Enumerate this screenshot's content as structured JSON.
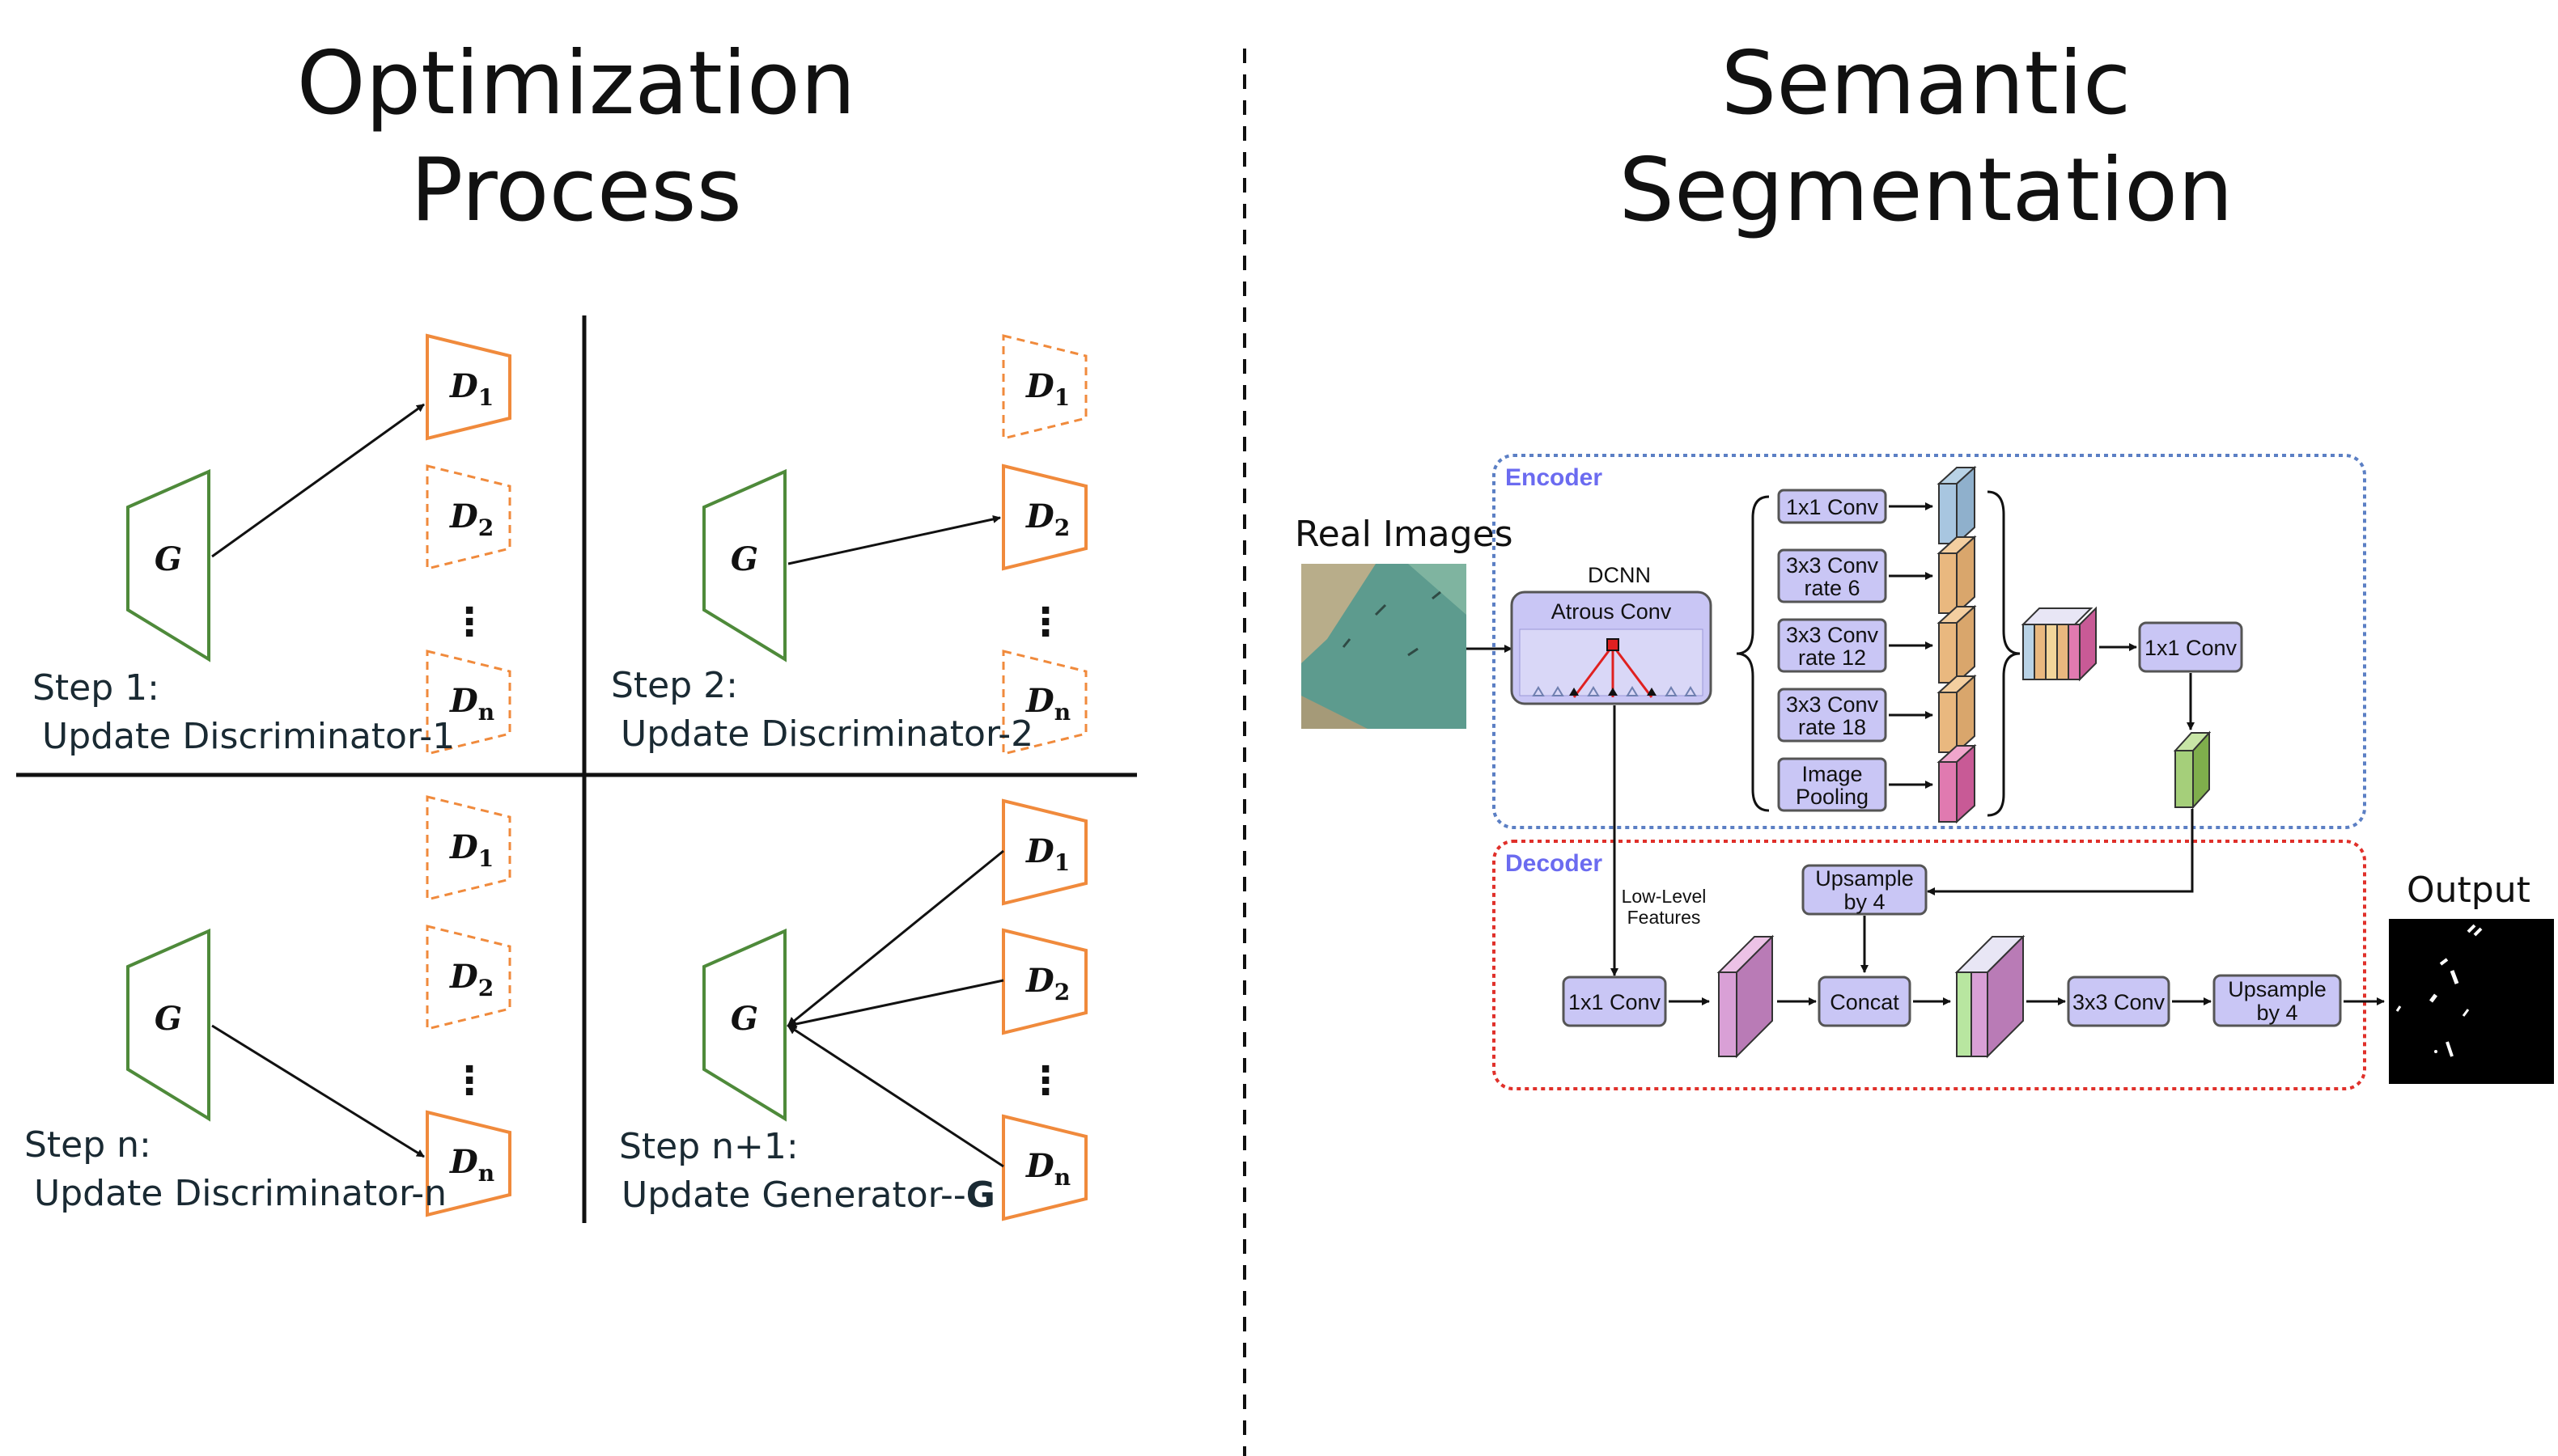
{
  "left_panel": {
    "title_line1": "Optimization",
    "title_line2": "Process",
    "generator_label": "G",
    "discriminators": [
      {
        "letter": "D",
        "sub": "1"
      },
      {
        "letter": "D",
        "sub": "2"
      },
      {
        "letter": "D",
        "sub": "n"
      }
    ],
    "dots": "⋮",
    "steps": [
      {
        "line1": "Step 1:",
        "line2": "Update Discriminator-1"
      },
      {
        "line1": "Step 2:",
        "line2": "Update Discriminator-2"
      },
      {
        "line1": "Step n:",
        "line2": "Update Discriminator-n"
      },
      {
        "line1": "Step n+1:",
        "line2": "Update Generator--",
        "line2_bold": "G"
      }
    ]
  },
  "right_panel": {
    "title_line1": "Semantic",
    "title_line2": "Segmentation",
    "input_label": "Real Images",
    "output_label": "Output",
    "encoder": {
      "label": "Encoder",
      "dcnn_label": "DCNN",
      "atrous_label": "Atrous Conv",
      "branches": [
        {
          "line1": "1x1 Conv",
          "line2": ""
        },
        {
          "line1": "3x3 Conv",
          "line2": "rate 6"
        },
        {
          "line1": "3x3 Conv",
          "line2": "rate 12"
        },
        {
          "line1": "3x3 Conv",
          "line2": "rate 18"
        },
        {
          "line1": "Image",
          "line2": "Pooling"
        }
      ],
      "fuse_conv": "1x1 Conv"
    },
    "decoder": {
      "label": "Decoder",
      "low_level_line1": "Low-Level",
      "low_level_line2": "Features",
      "low_conv": "1x1 Conv",
      "upsample_top_line1": "Upsample",
      "upsample_top_line2": "by 4",
      "concat": "Concat",
      "conv3": "3x3 Conv",
      "upsample_out_line1": "Upsample",
      "upsample_out_line2": "by 4"
    },
    "colors": {
      "encoder_border": "#5b7fc4",
      "encoder_label": "#6b6bf0",
      "decoder_border": "#e0302a",
      "box_fill": "#c9c6f5",
      "generator_stroke": "#4e8a3a",
      "discriminator_stroke": "#f08a3c"
    }
  }
}
